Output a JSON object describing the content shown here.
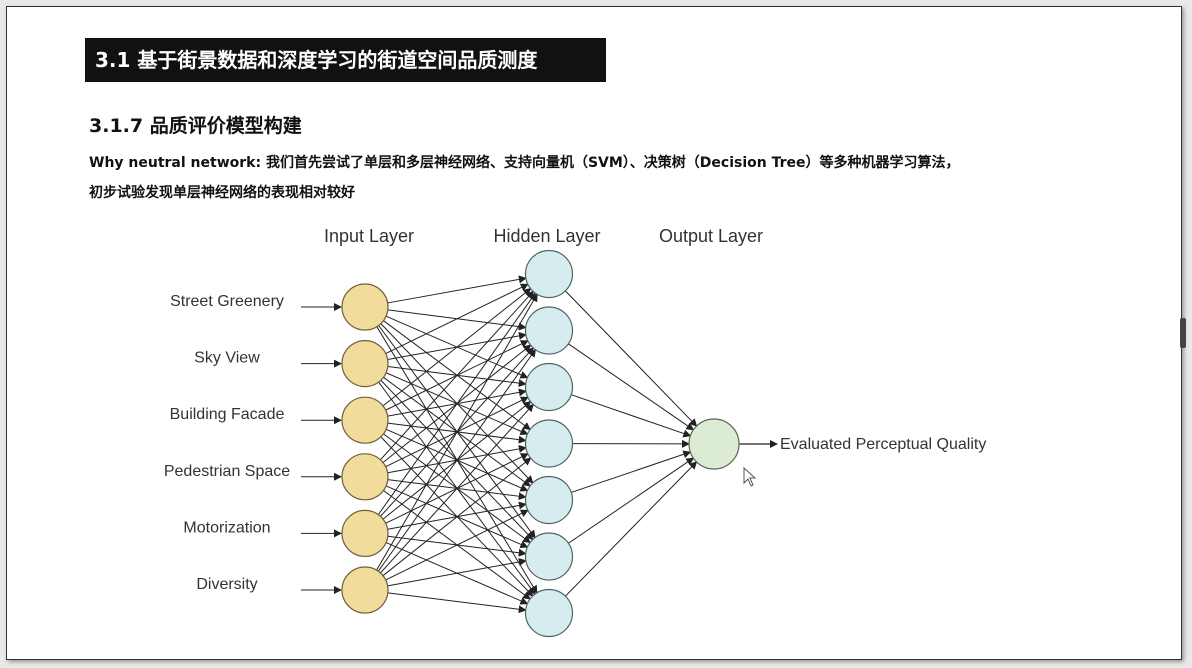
{
  "slide": {
    "section_title": "3.1 基于街景数据和深度学习的街道空间品质测度",
    "subsection_title": "3.1.7 品质评价模型构建",
    "description_line1": "Why neutral network: 我们首先尝试了单层和多层神经网络、支持向量机（SVM）、决策树（Decision Tree）等多种机器学习算法，",
    "description_line2": "初步试验发现单层神经网络的表现相对较好"
  },
  "diagram": {
    "layer_titles": {
      "input": "Input Layer",
      "hidden": "Hidden Layer",
      "output": "Output Layer"
    },
    "input_labels": [
      "Street Greenery",
      "Sky View",
      "Building Facade",
      "Pedestrian Space",
      "Motorization",
      "Diversity"
    ],
    "hidden_node_count": 7,
    "output_label": "Evaluated Perceptual Quality",
    "colors": {
      "input_fill": "#f2dc9b",
      "input_stroke": "#6b6040",
      "hidden_fill": "#d7ecef",
      "hidden_stroke": "#4e6266",
      "output_fill": "#dcebd4",
      "output_stroke": "#5a6a52",
      "edge": "#222222"
    }
  }
}
